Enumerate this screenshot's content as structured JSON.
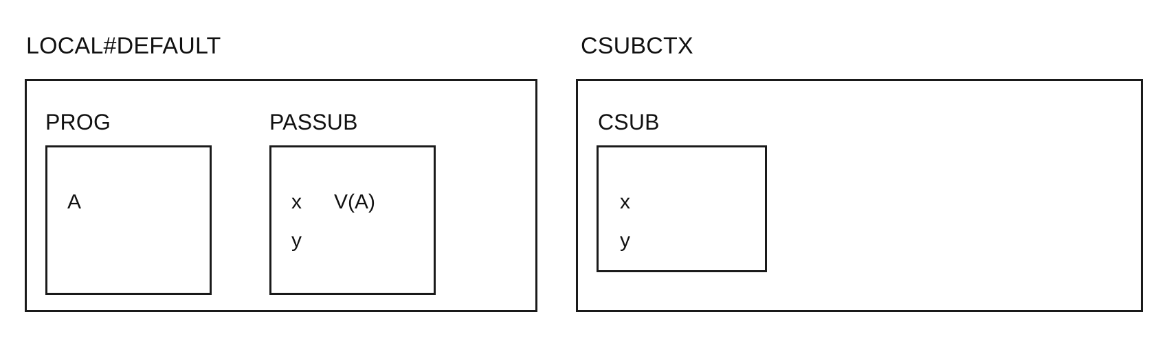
{
  "diagram": {
    "type": "scope-nesting-diagram",
    "background_color": "#ffffff",
    "line_color": "#1a1a1a",
    "text_color": "#111111",
    "groups": [
      {
        "id": "local-default",
        "label": "LOCAL#DEFAULT",
        "scopes": [
          {
            "id": "prog",
            "label": "PROG",
            "entries": [
              {
                "name": "A",
                "value": ""
              }
            ]
          },
          {
            "id": "passub",
            "label": "PASSUB",
            "entries": [
              {
                "name": "x",
                "value": "V(A)"
              },
              {
                "name": "y",
                "value": ""
              }
            ]
          }
        ]
      },
      {
        "id": "csubctx",
        "label": "CSUBCTX",
        "scopes": [
          {
            "id": "csub",
            "label": "CSUB",
            "entries": [
              {
                "name": "x",
                "value": ""
              },
              {
                "name": "y",
                "value": ""
              }
            ]
          }
        ]
      }
    ]
  }
}
